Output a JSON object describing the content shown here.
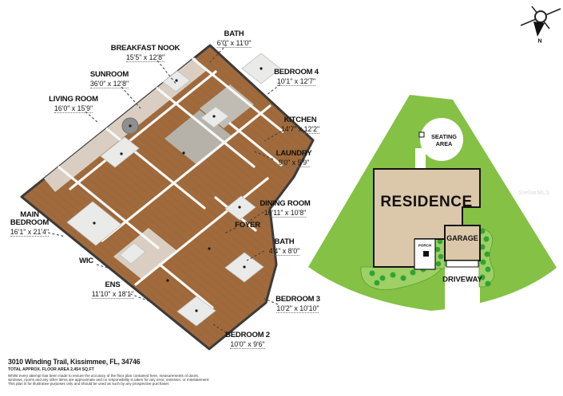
{
  "colors": {
    "lot": "#84c145",
    "bedgreen": "#9ed065",
    "shrub": "#2fa435",
    "tan": "#dbc7a9",
    "wood": "#a06a3c",
    "tile": "#d9cec1",
    "graytile": "#b6b2aa"
  },
  "compass": {
    "north_label": "N"
  },
  "watermark": "StellarMLS",
  "floor_plan": {
    "rooms": [
      {
        "name": "BATH",
        "dims": "6'0\" x 11'0\""
      },
      {
        "name": "BREAKFAST NOOK",
        "dims": "15'5\" x 12'8\""
      },
      {
        "name": "SUNROOM",
        "dims": "36'0\" x 12'8\""
      },
      {
        "name": "LIVING ROOM",
        "dims": "16'0\" x 15'9\""
      },
      {
        "name": "BEDROOM 4",
        "dims": "10'1\" x 12'7\""
      },
      {
        "name": "KITCHEN",
        "dims": "14'7\" x 12'2\""
      },
      {
        "name": "LAUNDRY",
        "dims": "9'0\" x 5'9\""
      },
      {
        "name": "DINING ROOM",
        "dims": "10'11\" x 10'8\""
      },
      {
        "name": "FOYER"
      },
      {
        "name": "MAIN BEDROOM",
        "dims": "16'1\" x 21'4\""
      },
      {
        "name": "BATH",
        "dims": "4'4\" x 8'0\""
      },
      {
        "name": "WIC"
      },
      {
        "name": "ENS",
        "dims": "11'10\" x 18'1\""
      },
      {
        "name": "BEDROOM 3",
        "dims": "10'2\" x 10'10\""
      },
      {
        "name": "BEDROOM 2",
        "dims": "10'0\" x 9'6\""
      }
    ]
  },
  "site_plan": {
    "residence_label": "RESIDENCE",
    "garage_label": "GARAGE",
    "porch_label": "PORCH",
    "driveway_label": "DRIVEWAY",
    "seating_area_label": "SEATING AREA"
  },
  "footer": {
    "address": "3010 Winding Trail, Kissimmee, FL, 34746",
    "area": "TOTAL APPROX. FLOOR AREA 2,454 SQ.FT",
    "disclaimer": [
      "Whilst every attempt has been made to ensure the accuracy of the floor plan contained here, measurements of doors,",
      "windows, rooms and any other items are approximate and no responsibility is taken for any error, omission, or misstatement.",
      "This plan is for illustrative purposes only and should be used as such by any prospective purchaser."
    ]
  }
}
